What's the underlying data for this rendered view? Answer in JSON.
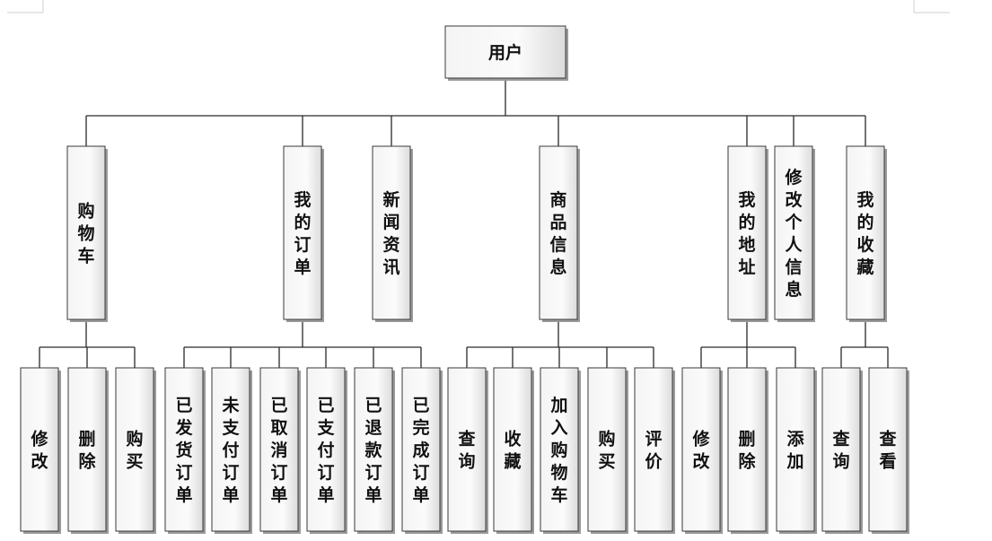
{
  "root": {
    "label": "用户"
  },
  "modules": [
    {
      "key": "cart",
      "label": "购物车",
      "children": [
        "修改",
        "删除",
        "购买"
      ]
    },
    {
      "key": "orders",
      "label": "我的订单",
      "children": [
        "已发货订单",
        "未支付订单",
        "已取消订单",
        "已支付订单",
        "已退款订单",
        "已完成订单"
      ]
    },
    {
      "key": "news",
      "label": "新闻资讯",
      "children": []
    },
    {
      "key": "product",
      "label": "商品信息",
      "children": [
        "查询",
        "收藏",
        "加入购物车",
        "购买",
        "评价"
      ]
    },
    {
      "key": "address",
      "label": "我的地址",
      "children": [
        "修改",
        "删除",
        "添加"
      ]
    },
    {
      "key": "profile",
      "label": "修改个人信息",
      "children": []
    },
    {
      "key": "favorites",
      "label": "我的收藏",
      "children": [
        "查询",
        "查看"
      ]
    }
  ]
}
